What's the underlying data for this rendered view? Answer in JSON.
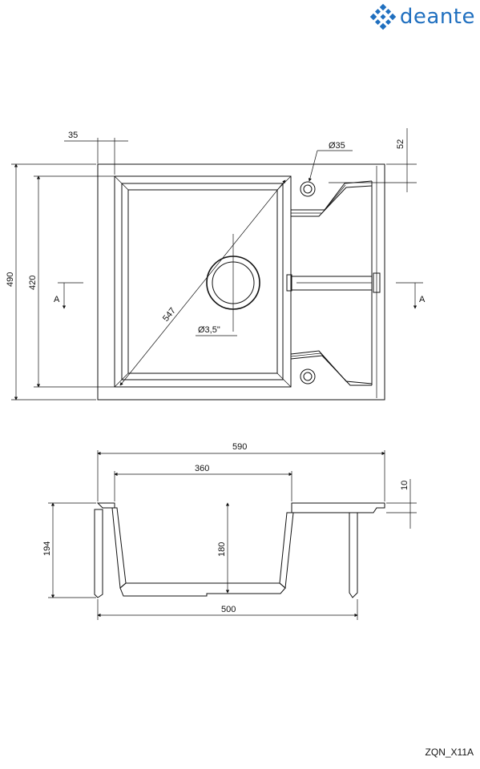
{
  "brand": {
    "name": "deante",
    "logo_icon": "deante-logo-icon",
    "color": "#1f6fbf"
  },
  "model_code": "ZQN_X11A",
  "top_view": {
    "dim_35": "35",
    "dim_52": "52",
    "dim_hole": "Ø35",
    "dim_490": "490",
    "dim_420": "420",
    "dim_diagonal": "547",
    "dim_drain": "Ø3,5\"",
    "section_left": "A",
    "section_right": "A"
  },
  "section_view": {
    "dim_590": "590",
    "dim_360": "360",
    "dim_10": "10",
    "dim_194": "194",
    "dim_180": "180",
    "dim_500": "500"
  }
}
